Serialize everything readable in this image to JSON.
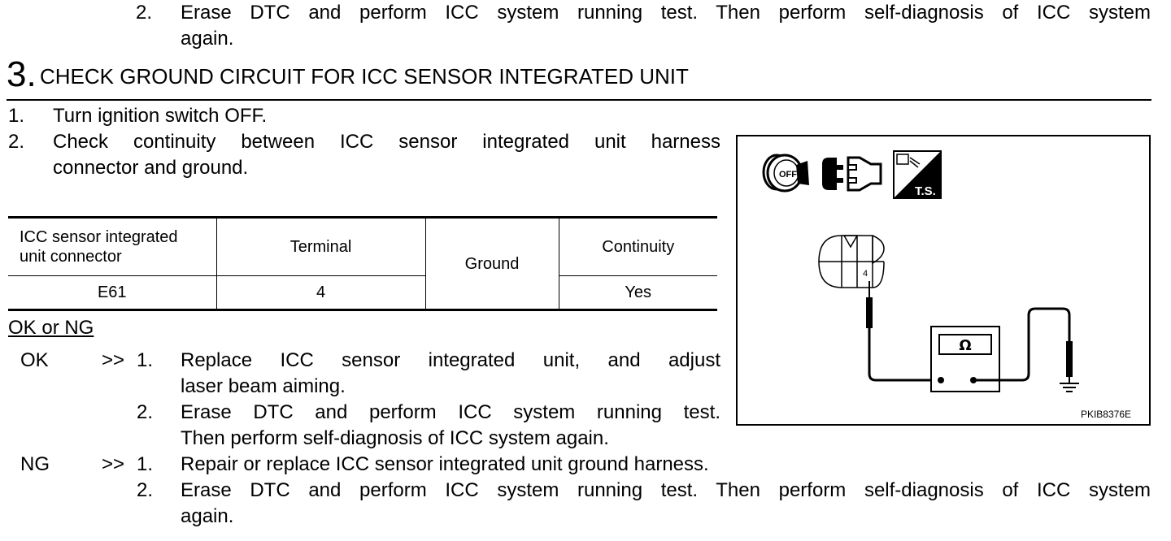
{
  "prev_item": {
    "number": "2.",
    "line1": "Erase DTC and perform ICC system running test. Then perform self-diagnosis of ICC system",
    "line2": "again."
  },
  "step": {
    "number": "3.",
    "title": "CHECK GROUND CIRCUIT FOR ICC SENSOR INTEGRATED UNIT"
  },
  "instructions": [
    {
      "number": "1.",
      "lines": [
        "Turn ignition switch OFF."
      ]
    },
    {
      "number": "2.",
      "lines": [
        "Check continuity between ICC sensor integrated unit harness",
        "connector and ground."
      ]
    }
  ],
  "table": {
    "headers": {
      "connector_line1": "ICC sensor integrated",
      "connector_line2": "unit connector",
      "terminal": "Terminal",
      "ground": "Ground",
      "continuity": "Continuity"
    },
    "row": {
      "connector": "E61",
      "terminal": "4",
      "continuity": "Yes"
    }
  },
  "result_heading": "OK or NG",
  "results": {
    "ok": {
      "label": "OK",
      "arrow": ">>",
      "items": [
        {
          "number": "1.",
          "lines": [
            "Replace ICC sensor integrated unit, and adjust",
            "laser beam aiming."
          ]
        },
        {
          "number": "2.",
          "lines": [
            "Erase DTC and perform ICC system running test.",
            "Then perform self-diagnosis of ICC system again."
          ]
        }
      ]
    },
    "ng": {
      "label": "NG",
      "arrow": ">>",
      "items": [
        {
          "number": "1.",
          "lines": [
            "Repair or replace ICC sensor integrated unit ground harness."
          ]
        },
        {
          "number": "2.",
          "lines": [
            "Erase DTC and perform ICC system running test. Then perform self-diagnosis of ICC system",
            "again."
          ]
        }
      ]
    }
  },
  "figure": {
    "ignition_label": "OFF",
    "ts_label": "T.S.",
    "terminal_label": "4",
    "meter_symbol": "Ω",
    "figure_code": "PKIB8376E"
  }
}
